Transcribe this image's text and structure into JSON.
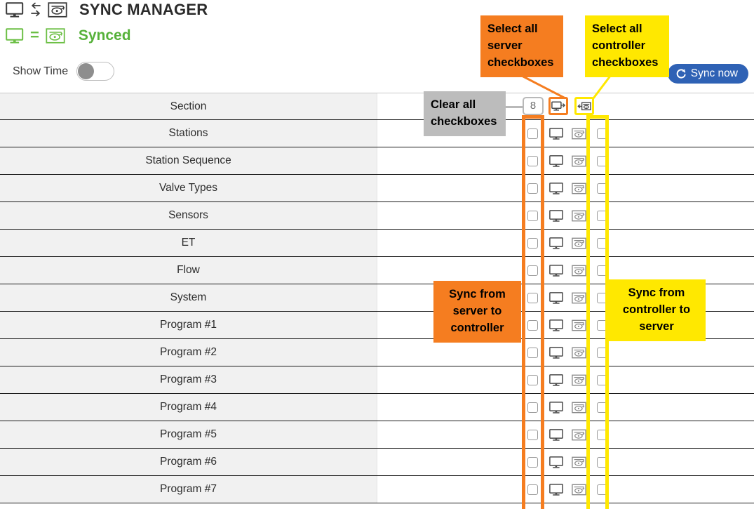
{
  "header": {
    "title": "SYNC MANAGER",
    "title_icons": [
      "monitor-icon",
      "bidirectional-arrows-icon",
      "controller-icon"
    ],
    "status_text": "Synced",
    "status_color": "#56b13a",
    "status_icons": [
      "monitor-icon",
      "equals-icon",
      "controller-icon"
    ],
    "show_time_label": "Show Time",
    "show_time_on": false,
    "sync_now_label": "Sync now",
    "sync_now_icon": "refresh-icon",
    "sync_now_color": "#2f62b5"
  },
  "controls": {
    "clear_all_label": "8",
    "clear_all_icon": "eraser-icon",
    "select_all_server_icon": "monitor-arrow-right-icon",
    "select_all_controller_icon": "arrow-left-controller-icon"
  },
  "callouts": [
    {
      "id": "select-all-server",
      "text": "Select all server checkboxes",
      "color": "#f57d20"
    },
    {
      "id": "select-all-controller",
      "text": "Select all controller checkboxes",
      "color": "#ffe800"
    },
    {
      "id": "clear-all-checkboxes",
      "text": "Clear all checkboxes",
      "color": "#bcbcbc"
    },
    {
      "id": "sync-server-to-controller",
      "text": "Sync from server to controller",
      "color": "#f57d20"
    },
    {
      "id": "sync-controller-to-server",
      "text": "Sync from controller to server",
      "color": "#ffe800"
    }
  ],
  "table": {
    "header_label": "Section",
    "rows": [
      {
        "label": "Stations",
        "server_checked": false,
        "controller_checked": false
      },
      {
        "label": "Station Sequence",
        "server_checked": false,
        "controller_checked": false
      },
      {
        "label": "Valve Types",
        "server_checked": false,
        "controller_checked": false
      },
      {
        "label": "Sensors",
        "server_checked": false,
        "controller_checked": false
      },
      {
        "label": "ET",
        "server_checked": false,
        "controller_checked": false
      },
      {
        "label": "Flow",
        "server_checked": false,
        "controller_checked": false
      },
      {
        "label": "System",
        "server_checked": false,
        "controller_checked": false
      },
      {
        "label": "Program #1",
        "server_checked": false,
        "controller_checked": false
      },
      {
        "label": "Program #2",
        "server_checked": false,
        "controller_checked": false
      },
      {
        "label": "Program #3",
        "server_checked": false,
        "controller_checked": false
      },
      {
        "label": "Program #4",
        "server_checked": false,
        "controller_checked": false
      },
      {
        "label": "Program #5",
        "server_checked": false,
        "controller_checked": false
      },
      {
        "label": "Program #6",
        "server_checked": false,
        "controller_checked": false
      },
      {
        "label": "Program #7",
        "server_checked": false,
        "controller_checked": false
      }
    ]
  }
}
